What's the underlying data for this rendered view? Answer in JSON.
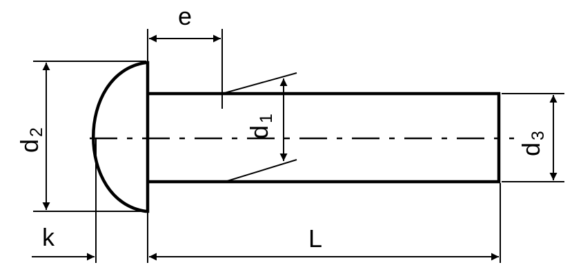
{
  "labels": {
    "e": "e",
    "d1": "d",
    "d1_sub": "1",
    "d2": "d",
    "d2_sub": "2",
    "d3": "d",
    "d3_sub": "3",
    "k": "k",
    "L": "L"
  },
  "colors": {
    "ink": "#000000",
    "background": "#ffffff"
  }
}
